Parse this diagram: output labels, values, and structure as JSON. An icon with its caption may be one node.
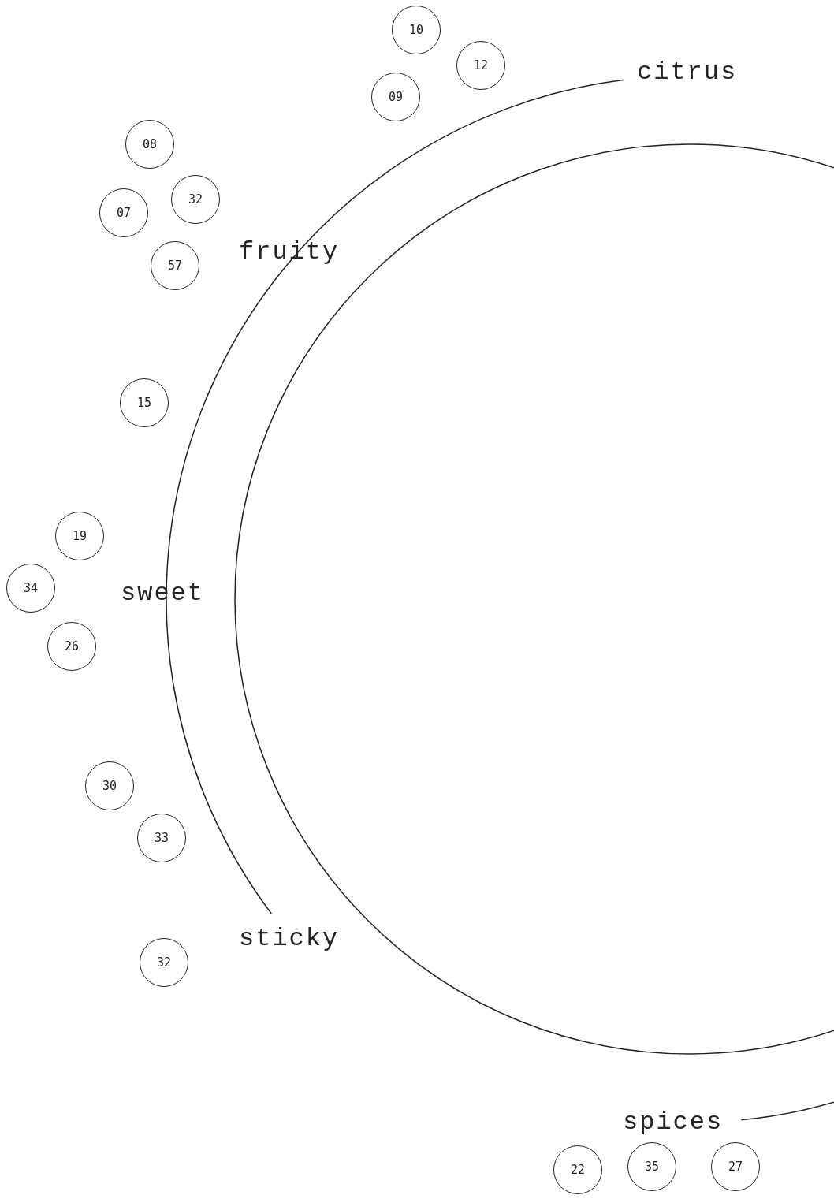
{
  "diagram": {
    "nodes": [
      {
        "text": [
          "10"
        ]
      },
      {
        "text": [
          "12"
        ]
      },
      {
        "text": [
          "09"
        ]
      },
      {
        "text": [
          "08"
        ]
      },
      {
        "text": [
          "32"
        ]
      },
      {
        "text": [
          "07"
        ]
      },
      {
        "text": [
          "57"
        ]
      },
      {
        "text": [
          "15"
        ]
      },
      {
        "text": [
          "19"
        ]
      },
      {
        "text": [
          "34"
        ]
      },
      {
        "text": [
          "26"
        ]
      },
      {
        "text": [
          "30"
        ]
      },
      {
        "text": [
          "33"
        ]
      },
      {
        "text": [
          "32"
        ]
      },
      {
        "text": [
          "22"
        ]
      },
      {
        "text": [
          "35"
        ]
      },
      {
        "text": [
          "27"
        ]
      }
    ],
    "edges": [],
    "labels": [
      "citrus",
      "fruity",
      "sweet",
      "sticky",
      "spices"
    ]
  }
}
